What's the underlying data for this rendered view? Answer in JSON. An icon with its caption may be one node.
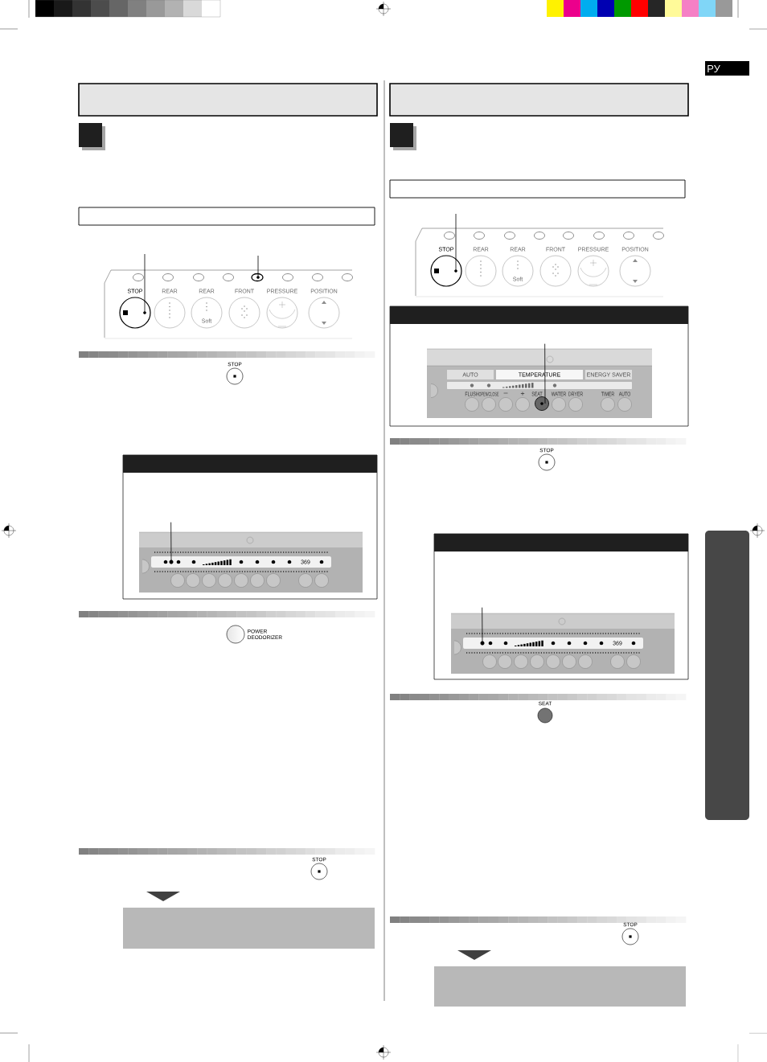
{
  "diagram": {
    "nodes": [
      {
        "text": [],
        "shape": "box"
      },
      {
        "text": [],
        "shape": "box"
      },
      {
        "text": [],
        "shape": "circle"
      },
      {
        "text": [],
        "shape": "circle"
      },
      {
        "text": [],
        "shape": "box"
      },
      {
        "text": [],
        "shape": "circle",
        "in": 4
      },
      {
        "text": [],
        "shape": "box"
      },
      {
        "text": [],
        "shape": "box"
      },
      {
        "text": [],
        "shape": "box"
      },
      {
        "text": [],
        "shape": "circle"
      },
      {
        "text": [],
        "shape": "box"
      },
      {
        "text": [],
        "shape": "circle",
        "in": 10
      },
      {
        "text": [],
        "shape": "box"
      },
      {
        "text": [],
        "shape": "circle",
        "in": 12
      },
      {
        "text": [],
        "shape": "box"
      },
      {
        "text": [],
        "shape": "box"
      }
    ],
    "edges": [
      {
        "from": null,
        "to": 2,
        "arrow": "none"
      },
      {
        "from": null,
        "to": 3,
        "arrow": "none"
      },
      {
        "from": 4,
        "to": 5,
        "arrow": "none"
      },
      {
        "from": null,
        "to": 9,
        "arrow": "none"
      },
      {
        "from": 10,
        "to": 11,
        "arrow": "none"
      },
      {
        "from": 12,
        "to": 13,
        "arrow": "none"
      }
    ],
    "labels": [
      "РУ",
      "STOP",
      "REAR",
      "REAR",
      "Soft",
      "FRONT",
      "PRESSURE",
      "POSITION",
      "STOP",
      "369",
      "POWER DEODORIZER",
      "STOP",
      "STOP",
      "REAR",
      "REAR",
      "Soft",
      "FRONT",
      "PRESSURE",
      "POSITION",
      "AUTO",
      "TEMPERATURE",
      "ENERGY SAVER",
      "FLUSH",
      "OPEN/CLOSE",
      "–",
      "+",
      "SEAT",
      "WATER",
      "DRYER",
      "TIMER",
      "AUTO",
      "STOP",
      "369",
      "SEAT",
      "STOP"
    ]
  }
}
